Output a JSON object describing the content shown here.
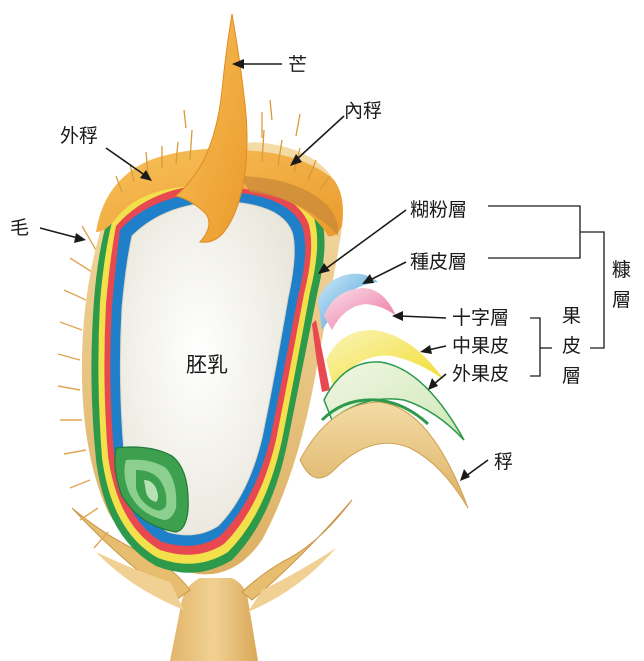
{
  "labels": {
    "awn": "芒",
    "palea": "內稃",
    "lemma": "外稃",
    "hair": "毛",
    "aleurone_layer": "糊粉層",
    "seed_coat": "種皮層",
    "cross_cell_layer": "十字層",
    "mesocarp": "中果皮",
    "epicarp": "外果皮",
    "hull": "稃",
    "endosperm": "胚乳"
  },
  "groups": {
    "pericarp": [
      "果",
      "皮",
      "層"
    ],
    "bran": [
      "糠",
      "層"
    ]
  },
  "colors": {
    "husk": "#f2a93a",
    "awn": "#f4b040",
    "palea_band": "#c98a3a",
    "endosperm": "#f3f2ea",
    "aleurone": "#1f7fc9",
    "seed_coat": "#e8484f",
    "yellow_layer": "#f2e14a",
    "green_layer": "#2c9a4a",
    "cream_layer": "#f7f1c8",
    "hull_base": "#e9c37a",
    "embryo": "#3da04f"
  }
}
